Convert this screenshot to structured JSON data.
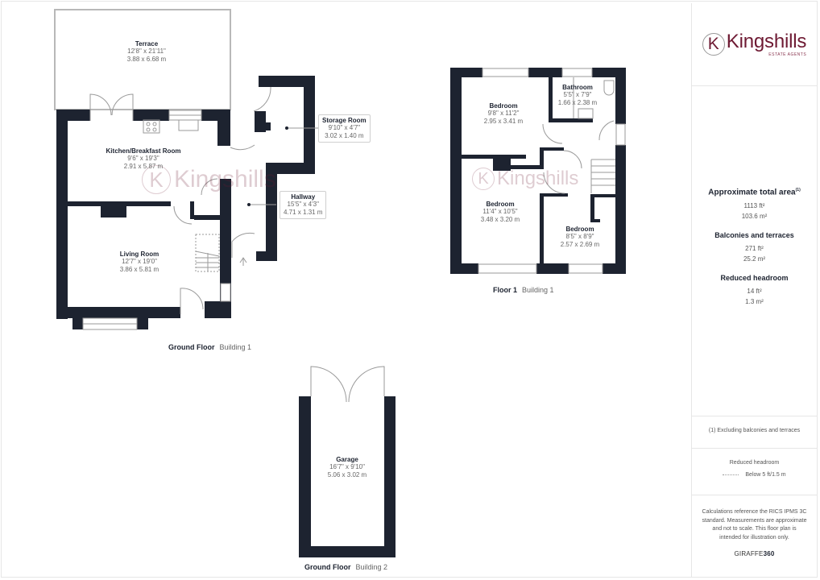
{
  "brand": {
    "logo_letter": "K",
    "name": "Kingshills",
    "subtitle": "ESTATE AGENTS",
    "primary_color": "#6e1a33"
  },
  "summary": {
    "total_area_title": "Approximate total area",
    "total_area_note_ref": "(1)",
    "total_area_ft": "1113 ft²",
    "total_area_m": "103.6 m²",
    "balconies_title": "Balconies and terraces",
    "balconies_ft": "271 ft²",
    "balconies_m": "25.2 m²",
    "reduced_title": "Reduced headroom",
    "reduced_ft": "14 ft²",
    "reduced_m": "1.3 m²"
  },
  "footnote": "(1) Excluding balconies and terraces",
  "legend": {
    "title": "Reduced headroom",
    "item_label": "Below 5 ft/1.5 m"
  },
  "disclaimer": "Calculations reference the RICS IPMS 3C standard. Measurements are approximate and not to scale. This floor plan is intended for illustration only.",
  "software_brand": {
    "part1": "GIRAFFE",
    "part2": "360"
  },
  "floors": [
    {
      "caption_bold": "Ground Floor",
      "caption_light": "Building 1",
      "rooms": [
        {
          "name": "Terrace",
          "imperial": "12'8\" x 21'11\"",
          "metric": "3.88 x 6.68 m"
        },
        {
          "name": "Kitchen/Breakfast Room",
          "imperial": "9'6\" x 19'3\"",
          "metric": "2.91 x 5.87 m"
        },
        {
          "name": "Living Room",
          "imperial": "12'7\" x 19'0\"",
          "metric": "3.86 x 5.81 m"
        },
        {
          "name": "Storage Room",
          "imperial": "9'10\" x 4'7\"",
          "metric": "3.02 x 1.40 m"
        },
        {
          "name": "Hallway",
          "imperial": "15'5\" x 4'3\"",
          "metric": "4.71 x 1.31 m"
        }
      ]
    },
    {
      "caption_bold": "Floor 1",
      "caption_light": "Building 1",
      "rooms": [
        {
          "name": "Bedroom",
          "imperial": "9'8\" x 11'2\"",
          "metric": "2.95 x 3.41 m"
        },
        {
          "name": "Bathroom",
          "imperial": "5'5\" x 7'9\"",
          "metric": "1.66 x 2.38 m"
        },
        {
          "name": "Bedroom",
          "imperial": "11'4\" x 10'5\"",
          "metric": "3.48 x 3.20 m"
        },
        {
          "name": "Bedroom",
          "imperial": "8'5\" x 8'9\"",
          "metric": "2.57 x 2.69 m"
        }
      ]
    },
    {
      "caption_bold": "Ground Floor",
      "caption_light": "Building 2",
      "rooms": [
        {
          "name": "Garage",
          "imperial": "16'7\" x 9'10\"",
          "metric": "5.06 x 3.02 m"
        }
      ]
    }
  ],
  "colors": {
    "wall": "#1d2330",
    "line": "#9a9a9a"
  }
}
